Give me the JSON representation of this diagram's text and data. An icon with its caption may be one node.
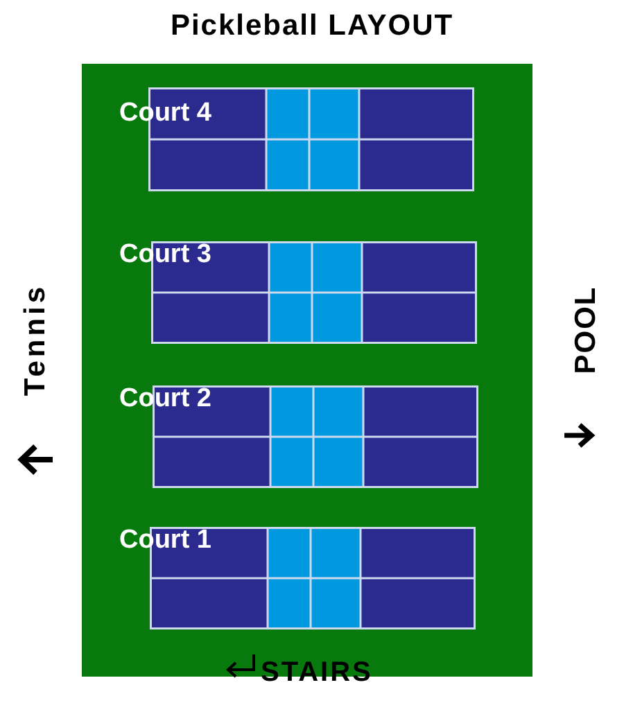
{
  "diagram": {
    "title": "Pickleball LAYOUT",
    "nodes": [
      {
        "text": [],
        "shape": "box"
      },
      {
        "text": [
          "Court 4"
        ],
        "in": 0
      },
      {
        "text": [
          "Court 3"
        ],
        "in": 0
      },
      {
        "text": [
          "Court 2"
        ],
        "in": 0
      },
      {
        "text": [
          "Court 1"
        ],
        "in": 0
      }
    ],
    "labels": [
      "Tennis",
      "POOL",
      "STAIRS"
    ]
  }
}
